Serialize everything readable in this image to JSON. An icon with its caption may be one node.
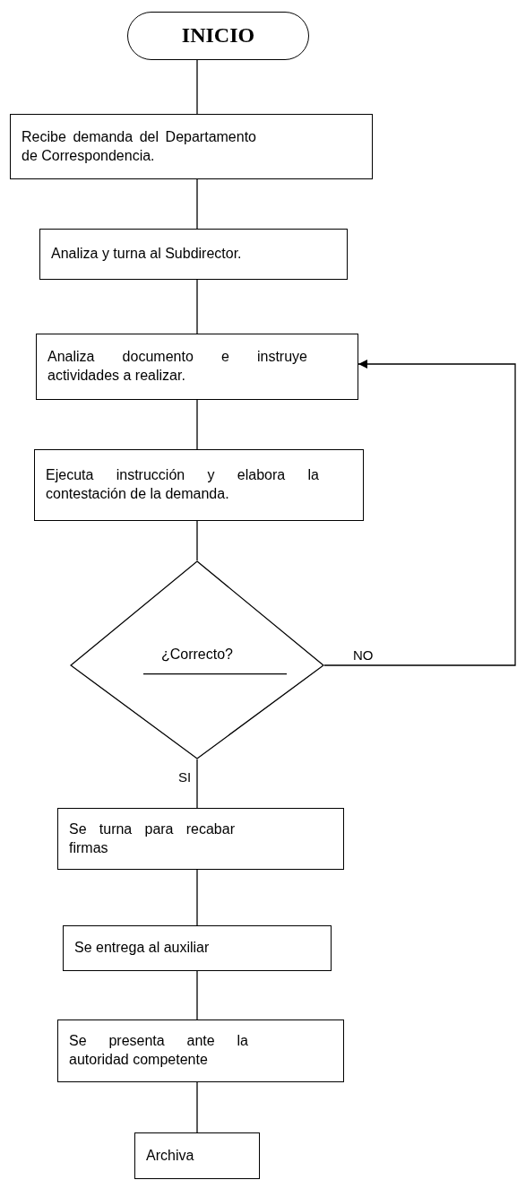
{
  "diagram": {
    "nodes": [
      {
        "text": [
          "INICIO"
        ]
      },
      {
        "text": [
          "Recibe demanda del Departamento de Correspondencia."
        ]
      },
      {
        "text": [
          "Analiza y turna al Subdirector."
        ]
      },
      {
        "text": [
          "Analiza documento e instruye actividades a realizar."
        ]
      },
      {
        "text": [
          "Ejecuta instrucción y elabora la contestación de la demanda."
        ]
      },
      {
        "text": [
          "¿Correcto?"
        ]
      },
      {
        "text": [
          "Se turna para recabar firmas"
        ]
      },
      {
        "text": [
          "Se entrega al auxiliar"
        ]
      },
      {
        "text": [
          "Se presenta ante la autoridad competente"
        ]
      },
      {
        "text": [
          "Archiva"
        ]
      }
    ],
    "edges": [
      {
        "from": 0,
        "to": 1,
        "arrow": "none"
      },
      {
        "from": 1,
        "to": 2,
        "arrow": "none"
      },
      {
        "from": 2,
        "to": 3,
        "arrow": "none"
      },
      {
        "from": 3,
        "to": 4,
        "arrow": "none"
      },
      {
        "from": 4,
        "to": 5,
        "arrow": "none"
      },
      {
        "from": 5,
        "to": 3,
        "arrow": "to",
        "label": "NO"
      },
      {
        "from": 5,
        "to": 6,
        "arrow": "none",
        "label": "SI"
      },
      {
        "from": 6,
        "to": 7,
        "arrow": "none"
      },
      {
        "from": 7,
        "to": 8,
        "arrow": "none"
      },
      {
        "from": 8,
        "to": 9,
        "arrow": "none"
      }
    ]
  }
}
